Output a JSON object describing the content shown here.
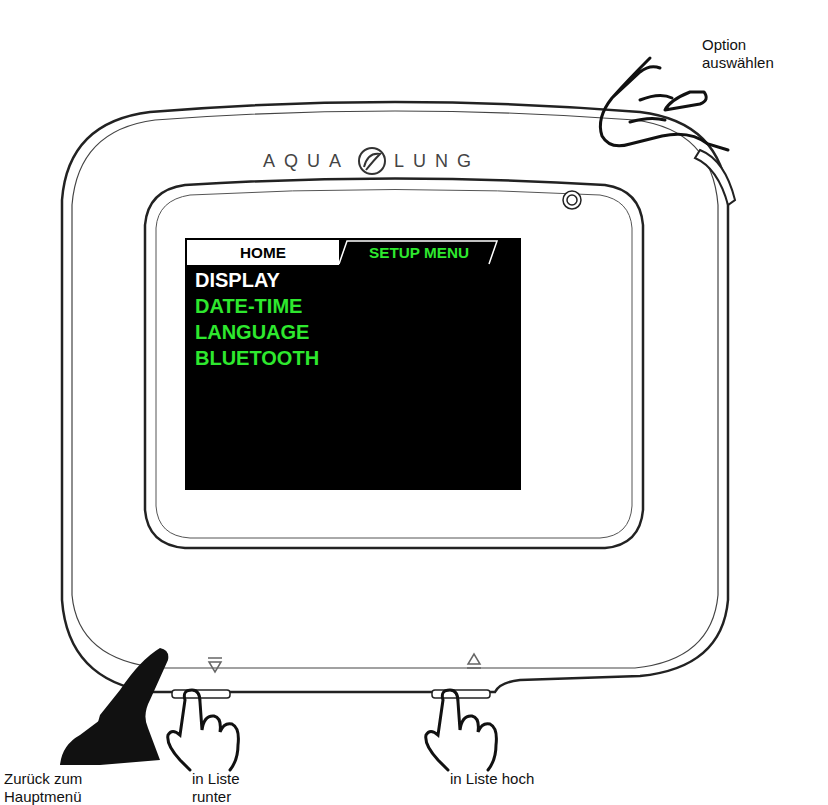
{
  "diagram": {
    "nodes": [
      {
        "text": [
          "DISPLAY",
          "DATE-TIME",
          "LANGUAGE",
          "BLUETOOTH"
        ]
      },
      {
        "text": [
          "HOME"
        ],
        "in": 0
      },
      {
        "text": [
          "SETUP MENU"
        ],
        "in": 0
      }
    ],
    "labels": [
      "Option auswählen",
      "AQUA",
      "LUNG",
      "Zurück zum Hauptmenü",
      "in Liste runter",
      "in Liste hoch"
    ]
  }
}
